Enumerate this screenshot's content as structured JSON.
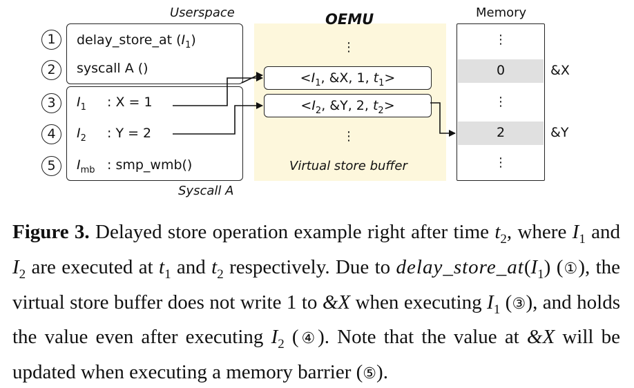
{
  "diagram": {
    "userspace_label": "Userspace",
    "oemu_label": "OEMU",
    "memory_label": "Memory",
    "syscall_label": "Syscall A",
    "vsb_label": "Virtual store buffer",
    "step_numbers": [
      "1",
      "2",
      "3",
      "4",
      "5"
    ],
    "userspace_lines": {
      "line1_pre": "delay_store_at (",
      "line1_var": "I",
      "line1_sub": "1",
      "line1_post": ")",
      "line2": "syscall A ()"
    },
    "syscall_lines": [
      {
        "var": "I",
        "sub": "1",
        "text": ": X = 1"
      },
      {
        "var": "I",
        "sub": "2",
        "text": ": Y = 2"
      },
      {
        "var": "I",
        "sub": "mb",
        "text": ": smp_wmb()"
      }
    ],
    "buffer_entries": [
      {
        "pre": "<",
        "var": "I",
        "sub": "1",
        "mid": ", &X, 1, ",
        "tvar": "t",
        "tsub": "1",
        "post": ">"
      },
      {
        "pre": "<",
        "var": "I",
        "sub": "2",
        "mid": ", &Y, 2, ",
        "tvar": "t",
        "tsub": "2",
        "post": ">"
      }
    ],
    "dots": "⋮",
    "memory_cells": [
      {
        "value": "⋮",
        "addr": ""
      },
      {
        "value": "0",
        "addr": "&X"
      },
      {
        "value": "⋮",
        "addr": ""
      },
      {
        "value": "2",
        "addr": "&Y"
      },
      {
        "value": "⋮",
        "addr": ""
      }
    ],
    "colors": {
      "oemu_bg": "#fdf7dc",
      "cell_highlight": "#e0e0e0",
      "stroke": "#222222"
    }
  },
  "caption": {
    "fig_label": "Figure 3.",
    "p1": " Delayed store operation example right after time ",
    "t2": "t",
    "t2_sub": "2",
    "p2": ", where ",
    "i1": "I",
    "i1_sub": "1",
    "p3": " and ",
    "i2": "I",
    "i2_sub": "2",
    "p4": " are executed at ",
    "t1b": "t",
    "t1b_sub": "1",
    "p5": " and ",
    "t2b": "t",
    "t2b_sub": "2",
    "p6": " respectively. Due to ",
    "code": "delay_store_at",
    "code_open": "(",
    "code_var": "I",
    "code_sub": "1",
    "code_close": ")",
    "p7": " (",
    "c1": "①",
    "p8": "), the virtual store buffer does not write 1 to ",
    "addr_x": "&X",
    "p9": " when executing ",
    "i1c": "I",
    "i1c_sub": "1",
    "p10": " (",
    "c3": "③",
    "p11": "), and holds the value even after executing ",
    "i2c": "I",
    "i2c_sub": "2",
    "p12": " (",
    "c4": "④",
    "p13": "). Note that the value at ",
    "addr_x2": "&X",
    "p14": " will be updated when executing a memory barrier (",
    "c5": "⑤",
    "p15": ")."
  }
}
